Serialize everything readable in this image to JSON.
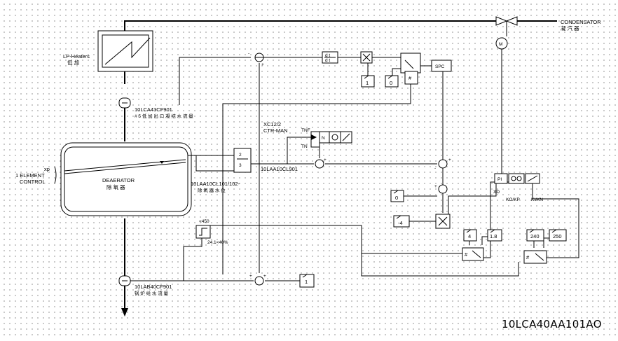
{
  "labels": {
    "condensator_en": "CONDENSATOR",
    "condensator_cn": "凝 汽 器",
    "lp_heaters_en": "LP-Heaters",
    "lp_heaters_cn": "低 加",
    "flow_meter_top_tag": "10LCA43CF901",
    "flow_meter_top_desc": "# 5 低 加 出 口 凝 结 水 流 量",
    "ctrl_mode_code": "XC12/2",
    "ctrl_mode_text": "CTR-MAN",
    "tnf": "TNF",
    "tn": "TN",
    "xp": "xp",
    "one_element": "1 ELEMENT",
    "control": "CONTROL",
    "deaerator_en": "DEAERATOR",
    "deaerator_cn": "除 氧 器",
    "level_tag": "10LAA10CL101/102-",
    "level_desc": "除 氧 器 水 位",
    "level_out_tag": "10LAA10CL901",
    "spc": "SPC",
    "xd": "XD",
    "pi": "PI",
    "ko_kp": "KO/KP",
    "ki_kn": "KI/KN",
    "limit_hi": "<450",
    "limit_range": "24.1<40%",
    "flow_meter_bot_tag": "10LAB40CF901",
    "flow_meter_bot_desc": "锅 炉 给 水 流 量",
    "drawing_id": "10LCA40AA101AO"
  },
  "constants": {
    "const_1_top": "1",
    "const_0_top": "0",
    "const_0_mid": "0",
    "const_neg4": "-4",
    "const_4": "4",
    "const_1_8": "1.8",
    "const_240": "240",
    "const_250": "250",
    "const_1_bot": "1"
  },
  "symbols": {
    "ctrl_n": "N",
    "plus": "+",
    "minus": "-"
  }
}
